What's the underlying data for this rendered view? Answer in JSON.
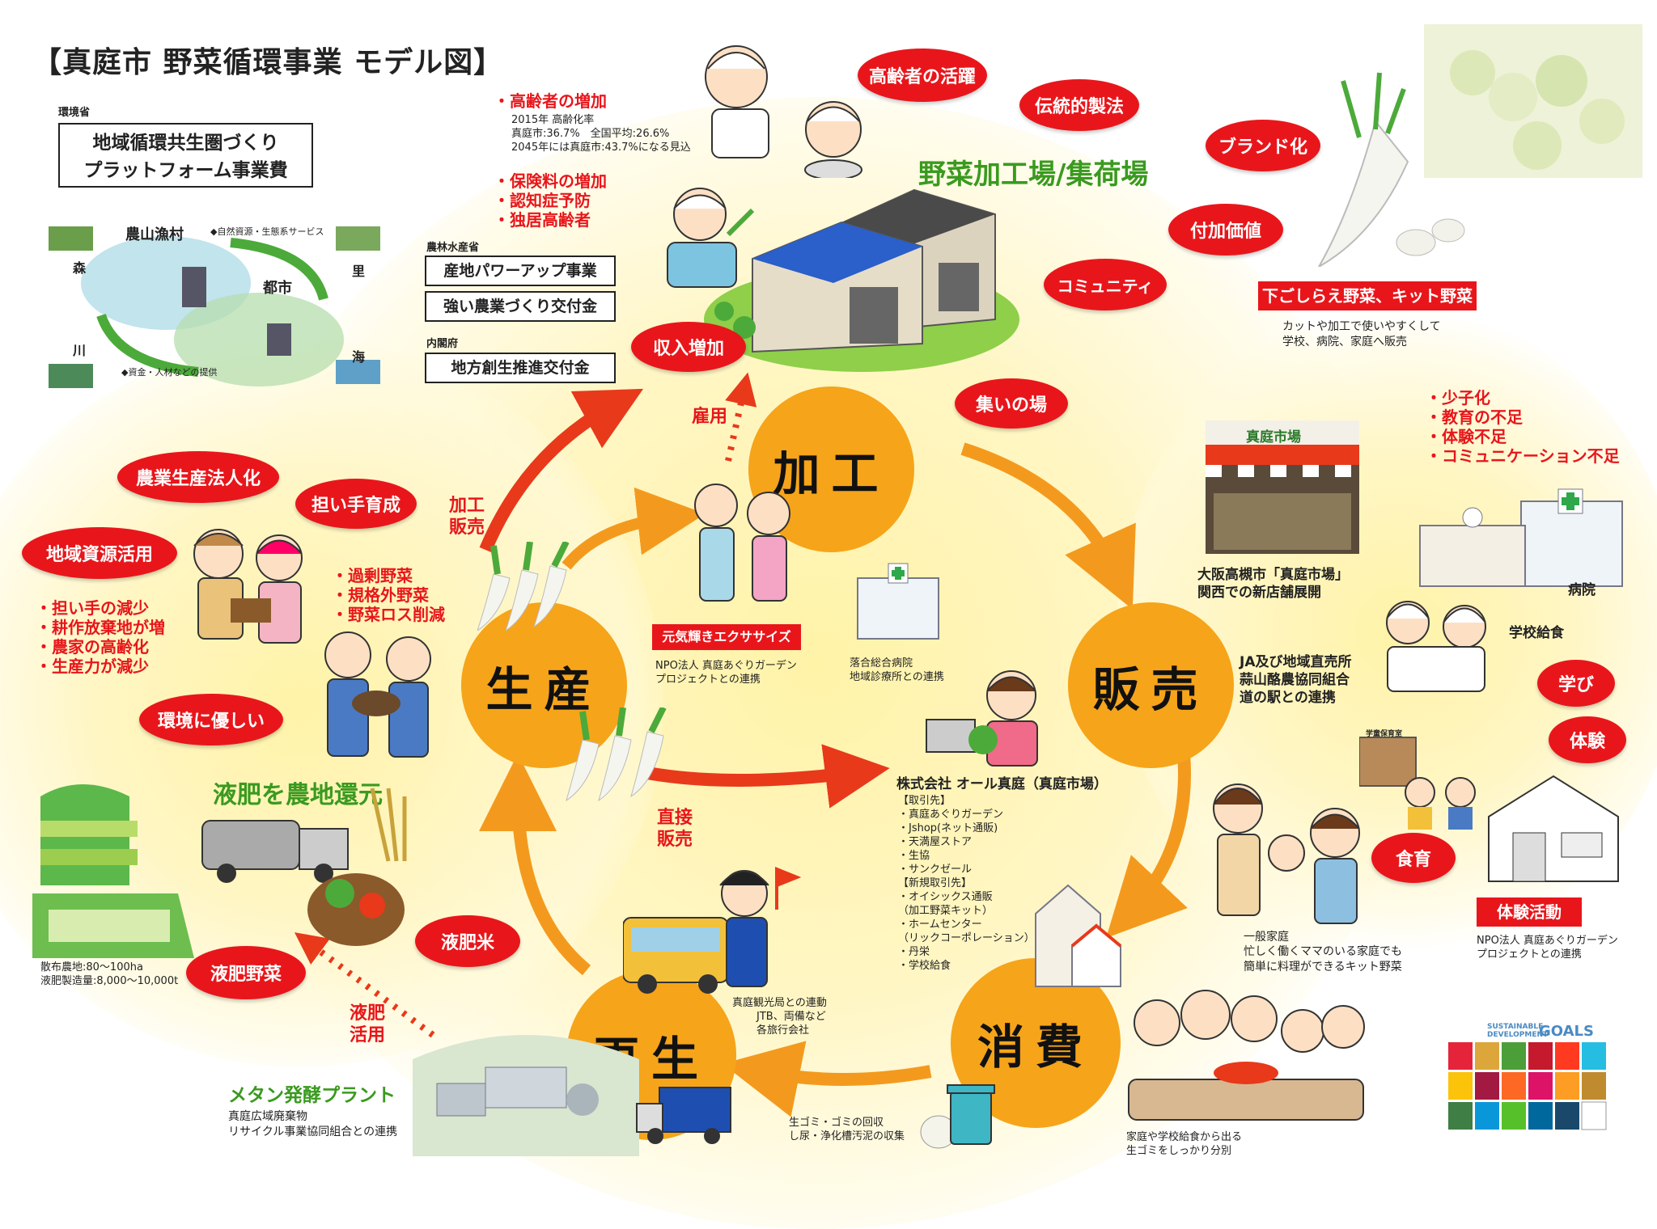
{
  "title": "【真庭市 野菜循環事業 モデル図】",
  "left_panel": {
    "ministry_env": "環境省",
    "env_project": [
      "地域循環共生圏づくり",
      "プラットフォーム事業費"
    ],
    "eco_diagram": {
      "center_top": "農山漁村",
      "forest": "森",
      "village": "里",
      "river": "川",
      "sea": "海",
      "city": "都市",
      "note_top": "◆自然資源・生態系サービス",
      "note_bottom": "◆資金・人材などの提供"
    },
    "issues": [
      "・担い手の減少",
      "・耕作放棄地が増",
      "・農家の高齢化",
      "・生産力が減少"
    ],
    "fertilizer_stats": [
      "散布農地:80～100ha",
      "液肥製造量:8,000～10,000t"
    ]
  },
  "center_top": {
    "ministry_agri": "農林水産省",
    "agri_projects": [
      "産地パワーアップ事業",
      "強い農業づくり交付金"
    ],
    "ministry_cabinet": "内閣府",
    "cabinet_project": "地方創生推進交付金",
    "elderly_increase": "・高齢者の増加",
    "elderly_stats": [
      "2015年 高齢化率",
      "真庭市:36.7%　全国平均:26.6%",
      "2045年には真庭市:43.7%になる見込"
    ],
    "elderly_issues": [
      "・保険料の増加",
      "・認知症予防",
      "・独居高齢者"
    ],
    "factory_title": "野菜加工場/集荷場"
  },
  "bubbles": {
    "elderly_active": "高齢者の活躍",
    "traditional": "伝統的製法",
    "brand": "ブランド化",
    "added_value": "付加価値",
    "community": "コミュニティ",
    "income": "収入増加",
    "gathering": "集いの場",
    "corporate": "農業生産法人化",
    "successor": "担い手育成",
    "local_resource": "地域資源活用",
    "eco_friendly": "環境に優しい",
    "liquid_rice": "液肥米",
    "liquid_veg": "液肥野菜",
    "learning": "学び",
    "experience": "体験",
    "food_edu": "食育"
  },
  "hubs": {
    "processing": "加工",
    "production": "生産",
    "sales": "販売",
    "recycle": "再生",
    "consumption": "消費"
  },
  "arrows_labels": {
    "employment": "雇用",
    "process_sell": [
      "加工",
      "販売"
    ],
    "direct_sell": [
      "直接",
      "販売"
    ],
    "liquid_use": [
      "液肥",
      "活用"
    ]
  },
  "production": {
    "surplus": [
      "・過剰野菜",
      "・規格外野菜",
      "・野菜ロス削減"
    ],
    "return_title": "液肥を農地還元"
  },
  "exercise": {
    "banner": "元気輝きエクササイズ",
    "desc": [
      "NPO法人 真庭あぐりガーデン",
      "プロジェクトとの連携"
    ]
  },
  "hospital_link": [
    "落合総合病院",
    "地域診療所との連携"
  ],
  "prep": {
    "banner": "下ごしらえ野菜、キット野菜",
    "desc": [
      "カットや加工で使いやすくして",
      "学校、病院、家庭へ販売"
    ]
  },
  "kids_issues": [
    "・少子化",
    "・教育の不足",
    "・体験不足",
    "・コミュニケーション不足"
  ],
  "market": {
    "sign": "真庭市場",
    "desc": [
      "大阪高槻市「真庭市場」",
      "関西での新店舗展開"
    ]
  },
  "ja": [
    "JA及び地域直売所",
    "蒜山酪農協同組合",
    "道の駅との連携"
  ],
  "hospital": "病院",
  "school_lunch": "学校給食",
  "company": {
    "name": "株式会社 オール真庭（真庭市場）",
    "clients": [
      "【取引先】",
      "・真庭あぐりガーデン",
      "・Jshop(ネット通販)",
      "・天満屋ストア",
      "・生協",
      "・サンクゼール",
      "【新規取引先】",
      "・オイシックス通販",
      "（加工野菜キット）",
      "・ホームセンター",
      "（リックコーポレーション）",
      "・丹栄",
      "・学校給食"
    ]
  },
  "family": {
    "title": "一般家庭",
    "desc": [
      "忙しく働くママのいる家庭でも",
      "簡単に料理ができるキット野菜"
    ]
  },
  "experience_act": {
    "banner": "体験活動",
    "desc": [
      "NPO法人 真庭あぐりガーデン",
      "プロジェクトとの連携"
    ],
    "school_sign": "学童保育室"
  },
  "tourism": [
    "真庭観光局との連動",
    "JTB、両備など",
    "各旅行会社"
  ],
  "garbage": [
    "生ゴミ・ゴミの回収",
    "し尿・浄化槽汚泥の収集"
  ],
  "household_waste": [
    "家庭や学校給食から出る",
    "生ゴミをしっかり分別"
  ],
  "plant": {
    "title": "メタン発酵プラント",
    "desc": [
      "真庭広域廃棄物",
      "リサイクル事業協同組合との連携"
    ]
  },
  "sdgs": {
    "header": [
      "SUSTAINABLE",
      "DEVELOPMENT"
    ],
    "goals": "GOALS"
  },
  "colors": {
    "red": "#e8161b",
    "orange": "#f6a41a",
    "green": "#3a9a1f",
    "glow": "#fff3a8"
  }
}
